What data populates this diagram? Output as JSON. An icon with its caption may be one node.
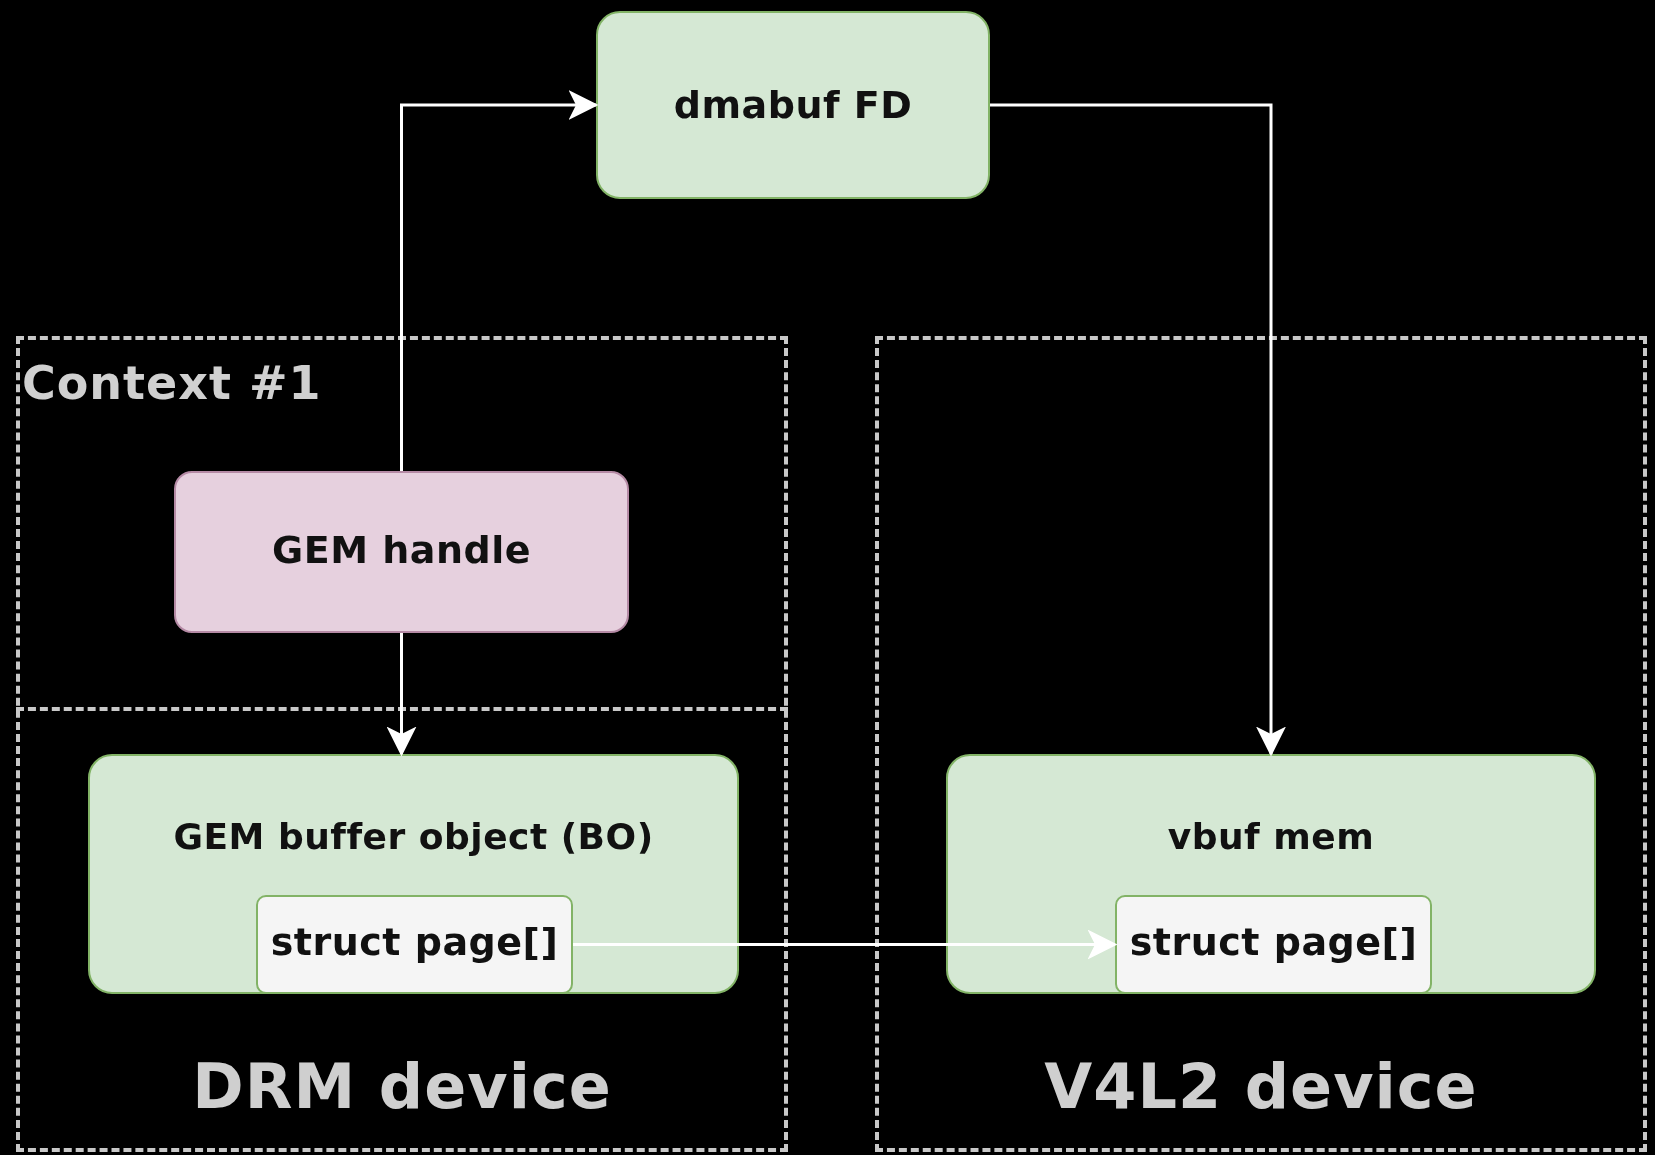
{
  "diagram": {
    "nodes": [
      {
        "text": [
          "dmabuf FD"
        ]
      },
      {
        "text": [
          "DRM device"
        ]
      },
      {
        "text": [
          "Context #1"
        ],
        "in": 1
      },
      {
        "text": [
          "GEM handle"
        ],
        "in": 2
      },
      {
        "text": [
          "GEM buffer object (BO)"
        ],
        "in": 1
      },
      {
        "text": [
          "struct page[]"
        ],
        "in": 4
      },
      {
        "text": [
          "V4L2 device"
        ]
      },
      {
        "text": [
          "vbuf mem"
        ],
        "in": 6
      },
      {
        "text": [
          "struct page[]"
        ],
        "in": 7
      }
    ],
    "edges": [
      {
        "from": 3,
        "to": 0,
        "arrow": "to"
      },
      {
        "from": 0,
        "to": 7,
        "arrow": "to"
      },
      {
        "from": 3,
        "to": 4,
        "arrow": "to"
      },
      {
        "from": 5,
        "to": 8,
        "arrow": "to"
      }
    ]
  }
}
